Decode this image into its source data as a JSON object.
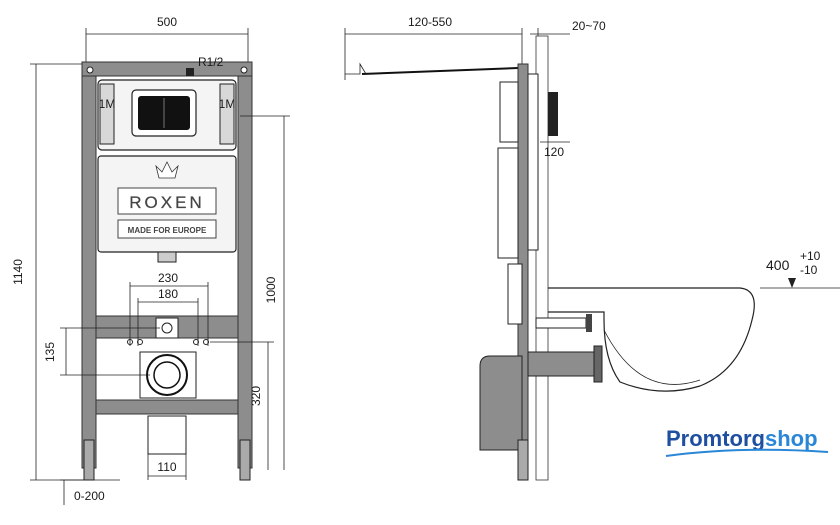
{
  "front_view": {
    "width_label": "500",
    "height_label": "1140",
    "pipe_label": "R1/2",
    "left_tag": "1M",
    "right_tag": "1M",
    "brand_text": "ROXEN",
    "tagline": "MADE FOR EUROPE",
    "dim_230": "230",
    "dim_180": "180",
    "dim_1000": "1000",
    "dim_135": "135",
    "dim_320": "320",
    "dim_110": "110",
    "dim_foot": "0-200"
  },
  "side_view": {
    "depth_label": "120-550",
    "wall_label": "20~70",
    "outlet_label": "120",
    "height_base": "400",
    "tol_plus": "+10",
    "tol_minus": "-10"
  },
  "watermark": {
    "part1": "Promtorg",
    "part2": "shop",
    "color1": "#1f4fa0",
    "color2": "#2a86d6"
  }
}
